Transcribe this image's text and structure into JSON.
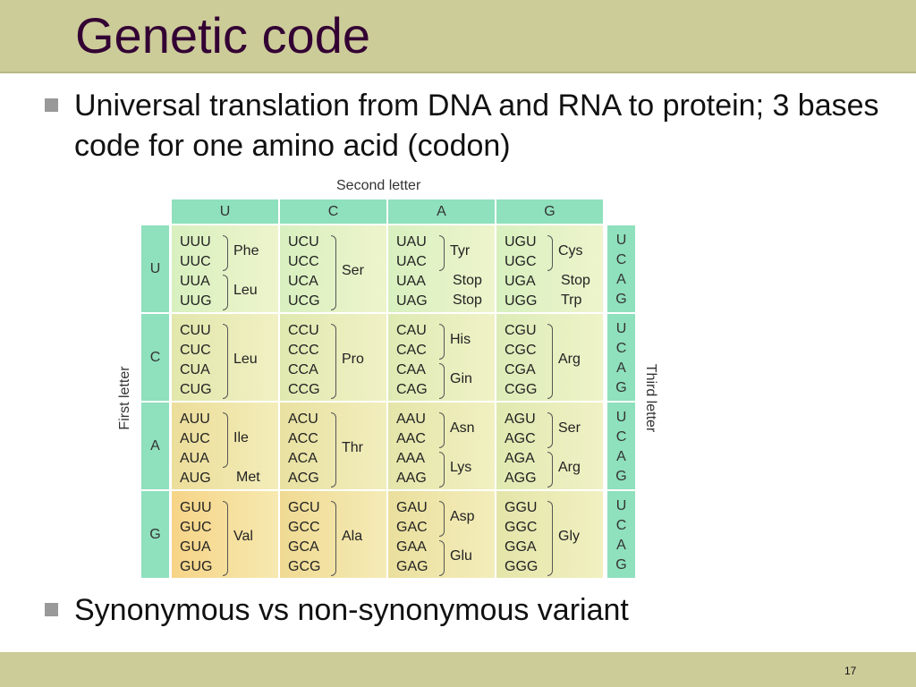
{
  "slide": {
    "title": "Genetic code",
    "bullets": [
      "Universal translation from DNA and RNA to protein; 3 bases code for one amino acid (codon)",
      "Synonymous vs non-synonymous variant"
    ],
    "page_number": "17"
  },
  "figure": {
    "second_letter_label": "Second letter",
    "first_letter_label": "First letter",
    "third_letter_label": "Third letter",
    "second_letters": [
      "U",
      "C",
      "A",
      "G"
    ],
    "first_letters": [
      "U",
      "C",
      "A",
      "G"
    ],
    "third_letters": [
      "U",
      "C",
      "A",
      "G"
    ],
    "cells": [
      [
        {
          "codons": [
            "UUU",
            "UUC",
            "UUA",
            "UUG"
          ],
          "aa": [
            {
              "rows": [
                0,
                1
              ],
              "name": "Phe"
            },
            {
              "rows": [
                2,
                3
              ],
              "name": "Leu"
            }
          ]
        },
        {
          "codons": [
            "UCU",
            "UCC",
            "UCA",
            "UCG"
          ],
          "aa": [
            {
              "rows": [
                0,
                3
              ],
              "name": "Ser"
            }
          ]
        },
        {
          "codons": [
            "UAU",
            "UAC",
            "UAA",
            "UAG"
          ],
          "aa": [
            {
              "rows": [
                0,
                1
              ],
              "name": "Tyr"
            },
            {
              "rows": [
                2,
                2
              ],
              "name": "Stop"
            },
            {
              "rows": [
                3,
                3
              ],
              "name": "Stop"
            }
          ]
        },
        {
          "codons": [
            "UGU",
            "UGC",
            "UGA",
            "UGG"
          ],
          "aa": [
            {
              "rows": [
                0,
                1
              ],
              "name": "Cys"
            },
            {
              "rows": [
                2,
                2
              ],
              "name": "Stop"
            },
            {
              "rows": [
                3,
                3
              ],
              "name": "Trp"
            }
          ]
        }
      ],
      [
        {
          "codons": [
            "CUU",
            "CUC",
            "CUA",
            "CUG"
          ],
          "aa": [
            {
              "rows": [
                0,
                3
              ],
              "name": "Leu"
            }
          ]
        },
        {
          "codons": [
            "CCU",
            "CCC",
            "CCA",
            "CCG"
          ],
          "aa": [
            {
              "rows": [
                0,
                3
              ],
              "name": "Pro"
            }
          ]
        },
        {
          "codons": [
            "CAU",
            "CAC",
            "CAA",
            "CAG"
          ],
          "aa": [
            {
              "rows": [
                0,
                1
              ],
              "name": "His"
            },
            {
              "rows": [
                2,
                3
              ],
              "name": "Gin"
            }
          ]
        },
        {
          "codons": [
            "CGU",
            "CGC",
            "CGA",
            "CGG"
          ],
          "aa": [
            {
              "rows": [
                0,
                3
              ],
              "name": "Arg"
            }
          ]
        }
      ],
      [
        {
          "codons": [
            "AUU",
            "AUC",
            "AUA",
            "AUG"
          ],
          "aa": [
            {
              "rows": [
                0,
                2
              ],
              "name": "Ile"
            },
            {
              "rows": [
                3,
                3
              ],
              "name": "Met"
            }
          ]
        },
        {
          "codons": [
            "ACU",
            "ACC",
            "ACA",
            "ACG"
          ],
          "aa": [
            {
              "rows": [
                0,
                3
              ],
              "name": "Thr"
            }
          ]
        },
        {
          "codons": [
            "AAU",
            "AAC",
            "AAA",
            "AAG"
          ],
          "aa": [
            {
              "rows": [
                0,
                1
              ],
              "name": "Asn"
            },
            {
              "rows": [
                2,
                3
              ],
              "name": "Lys"
            }
          ]
        },
        {
          "codons": [
            "AGU",
            "AGC",
            "AGA",
            "AGG"
          ],
          "aa": [
            {
              "rows": [
                0,
                1
              ],
              "name": "Ser"
            },
            {
              "rows": [
                2,
                3
              ],
              "name": "Arg"
            }
          ]
        }
      ],
      [
        {
          "codons": [
            "GUU",
            "GUC",
            "GUA",
            "GUG"
          ],
          "aa": [
            {
              "rows": [
                0,
                3
              ],
              "name": "Val"
            }
          ]
        },
        {
          "codons": [
            "GCU",
            "GCC",
            "GCA",
            "GCG"
          ],
          "aa": [
            {
              "rows": [
                0,
                3
              ],
              "name": "Ala"
            }
          ]
        },
        {
          "codons": [
            "GAU",
            "GAC",
            "GAA",
            "GAG"
          ],
          "aa": [
            {
              "rows": [
                0,
                1
              ],
              "name": "Asp"
            },
            {
              "rows": [
                2,
                3
              ],
              "name": "Glu"
            }
          ]
        },
        {
          "codons": [
            "GGU",
            "GGC",
            "GGA",
            "GGG"
          ],
          "aa": [
            {
              "rows": [
                0,
                3
              ],
              "name": "Gly"
            }
          ]
        }
      ]
    ],
    "colors": {
      "title_band": "#cccc99",
      "title_text": "#330033",
      "header_green": "#8fe0bd",
      "cell_top_left": "#d2f0c0",
      "cell_bottom_left": "#f7d68a",
      "cell_right": "#f3f6d2"
    }
  }
}
